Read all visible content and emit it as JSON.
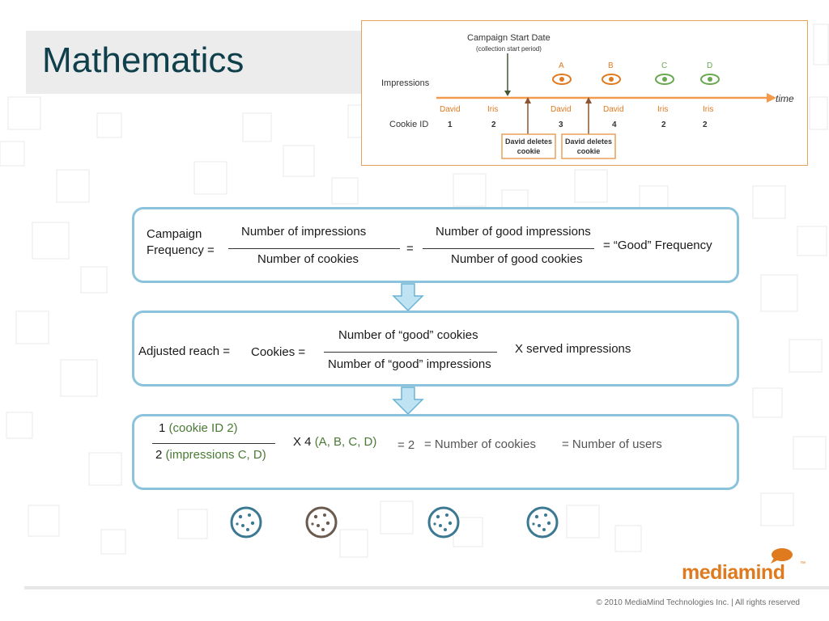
{
  "slide": {
    "title": "Mathematics",
    "copyright": "© 2010 MediaMind Technologies Inc. | All rights reserved",
    "logo": "mediamind",
    "logo_tm": "™"
  },
  "diagram": {
    "campaign_start": "Campaign Start Date",
    "collection_note": "(collection start period)",
    "impressions_label": "Impressions",
    "cookie_id_label": "Cookie ID",
    "time_label": "time",
    "eyes": [
      "A",
      "B",
      "C",
      "D"
    ],
    "users": [
      "David",
      "Iris",
      "David",
      "David",
      "Iris",
      "Iris"
    ],
    "cookie_ids": [
      "1",
      "2",
      "3",
      "4",
      "2",
      "2"
    ],
    "events": [
      {
        "line1": "David deletes",
        "line2": "cookie"
      },
      {
        "line1": "David deletes",
        "line2": "cookie"
      }
    ]
  },
  "box1": {
    "label_line1": "Campaign",
    "label_line2": "Frequency =",
    "num1": "Number of impressions",
    "den1": "Number of cookies",
    "eq": "=",
    "num2": "Number of good impressions",
    "den2": "Number of good cookies",
    "result": "=  “Good” Frequency"
  },
  "box2": {
    "label": "Adjusted reach =",
    "cookies": "Cookies  =",
    "num": "Number of “good” cookies",
    "den": "Number of “good” impressions",
    "times": "X  served impressions"
  },
  "box3": {
    "num_prefix": "1 ",
    "num_green": "(cookie ID 2)",
    "den_prefix": "2 ",
    "den_green": "(impressions C, D)",
    "times": "X  4 ",
    "times_green": "(A, B, C, D)",
    "eq2": "= 2",
    "eq_cookies": "= Number of cookies",
    "eq_users": "= Number of users"
  },
  "colors": {
    "title": "#0e3f4a",
    "box_border": "#8bc3dc",
    "arrow_fill": "#bfe3f2",
    "accent_orange": "#e07a1f",
    "green_text": "#4a7a34",
    "cookie_blue": "#3b7891",
    "cookie_brown": "#6b5a4e"
  }
}
